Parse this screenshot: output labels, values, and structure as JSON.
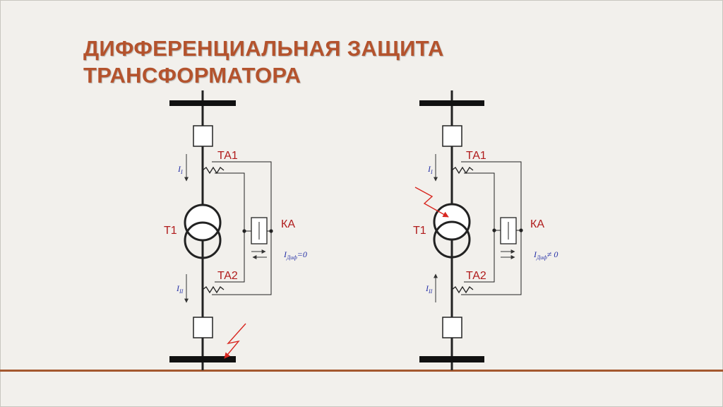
{
  "title": {
    "line1": "ДИФФЕРЕНЦИАЛЬНАЯ ЗАЩИТА",
    "line2": "ТРАНСФОРМАТОРА"
  },
  "colors": {
    "title": "#b4532d",
    "label": "#b01b1b",
    "current": "#2a35a8",
    "fault": "#d8261f",
    "floor_line": "#a4582f"
  },
  "left_circuit": {
    "ta1": "ТА1",
    "ta2": "ТА2",
    "t1": "Т1",
    "ka": "КА",
    "i1": "I",
    "i1_sub": "I",
    "i2": "I",
    "i2_sub": "II",
    "idiff": "I",
    "idiff_sub": "Диф",
    "idiff_val": "=0"
  },
  "right_circuit": {
    "ta1": "ТА1",
    "ta2": "ТА2",
    "t1": "Т1",
    "ka": "КА",
    "i1": "I",
    "i1_sub": "I",
    "i2": "I",
    "i2_sub": "II",
    "idiff": "I",
    "idiff_sub": "Диф",
    "idiff_val": "≠ 0"
  }
}
